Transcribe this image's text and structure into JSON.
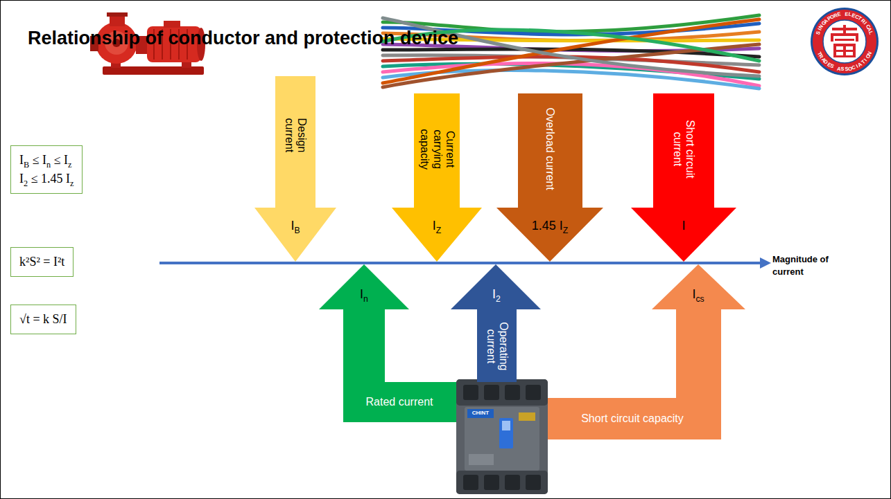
{
  "diagram": {
    "title": "Relationship of conductor and protection device",
    "nodes": [
      {
        "text": [
          "Design current",
          "IB"
        ]
      },
      {
        "text": [
          "Current carrying capacity",
          "IZ"
        ]
      },
      {
        "text": [
          "Overload current",
          "1.45 IZ"
        ]
      },
      {
        "text": [
          "Short circuit current",
          "I"
        ]
      },
      {
        "text": [
          "IB ≤ In ≤ Iz",
          "I2 ≤ 1.45 Iz"
        ]
      },
      {
        "text": [
          "k²S² = I²t"
        ]
      },
      {
        "text": [
          "√t = k S/I"
        ]
      },
      {
        "text": [
          "In",
          "Rated current"
        ]
      },
      {
        "text": [
          "I2",
          "Operating current"
        ]
      },
      {
        "text": [
          "Ics",
          "Short circuit capacity"
        ]
      }
    ],
    "labels": [
      "Magnitude of current",
      "SINGAPORE ELECTRICAL",
      "TRADES ASSOCIATION",
      "CHINT"
    ]
  }
}
